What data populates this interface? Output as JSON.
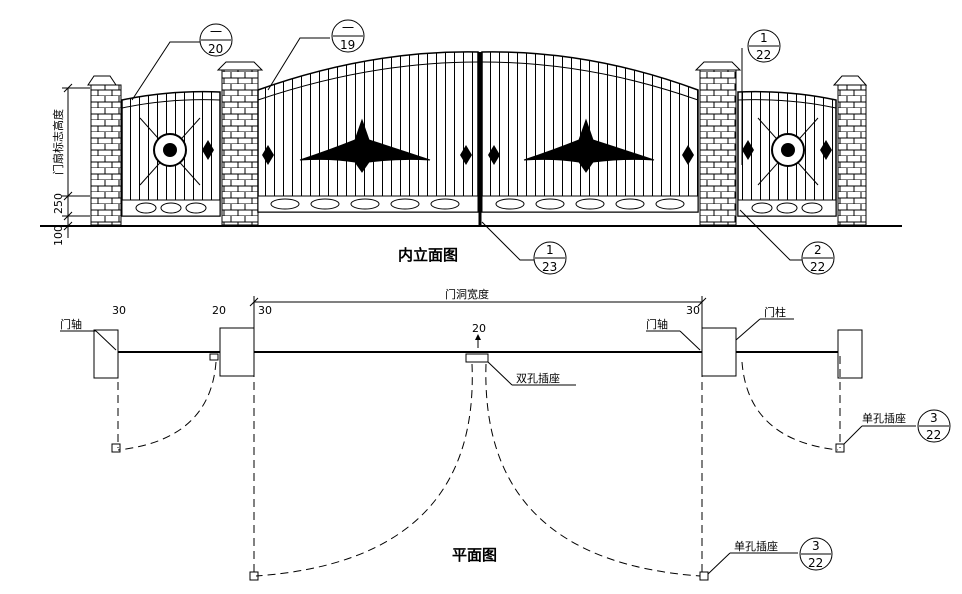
{
  "elevation": {
    "title": "内立面图",
    "vertical_label": "门扇标志高度",
    "dim_250": "250",
    "dim_100": "100"
  },
  "plan": {
    "title": "平面图",
    "opening_width": "门洞宽度",
    "door_axis_left": "门轴",
    "door_axis_right": "门轴",
    "door_post": "门柱",
    "double_socket": "双孔插座",
    "single_socket_right": "单孔插座",
    "single_socket_bottom": "单孔插座",
    "dim_30_left": "30",
    "dim_20_left": "20",
    "dim_30_mid": "30",
    "dim_20_center": "20",
    "dim_30_right": "30"
  },
  "callouts": {
    "c1": {
      "top": "一",
      "bottom": "20"
    },
    "c2": {
      "top": "一",
      "bottom": "19"
    },
    "c3": {
      "top": "1",
      "bottom": "22"
    },
    "c4": {
      "top": "1",
      "bottom": "23"
    },
    "c5": {
      "top": "2",
      "bottom": "22"
    },
    "c6": {
      "top": "3",
      "bottom": "22"
    },
    "c7": {
      "top": "3",
      "bottom": "22"
    }
  }
}
